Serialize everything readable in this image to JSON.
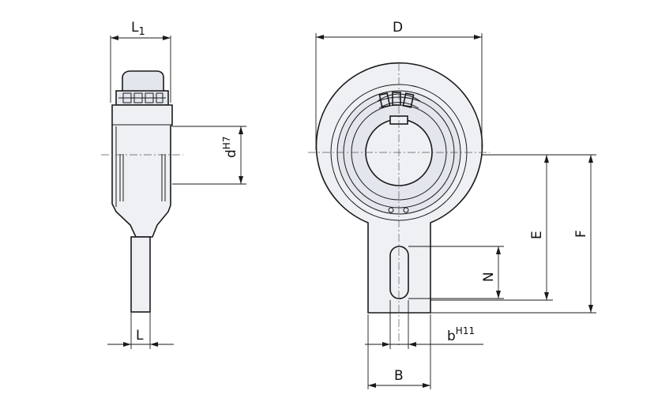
{
  "labels": {
    "L1_main": "L",
    "L1_sub": "1",
    "D": "D",
    "d_main": "d",
    "d_sup": "H7",
    "E": "E",
    "F": "F",
    "N": "N",
    "L": "L",
    "b_main": "b",
    "b_sup": "H11",
    "B": "B"
  },
  "colors": {
    "line": "#1a1a1a",
    "fill_light": "#eef0f4",
    "fill_part": "#e3e6ec"
  }
}
